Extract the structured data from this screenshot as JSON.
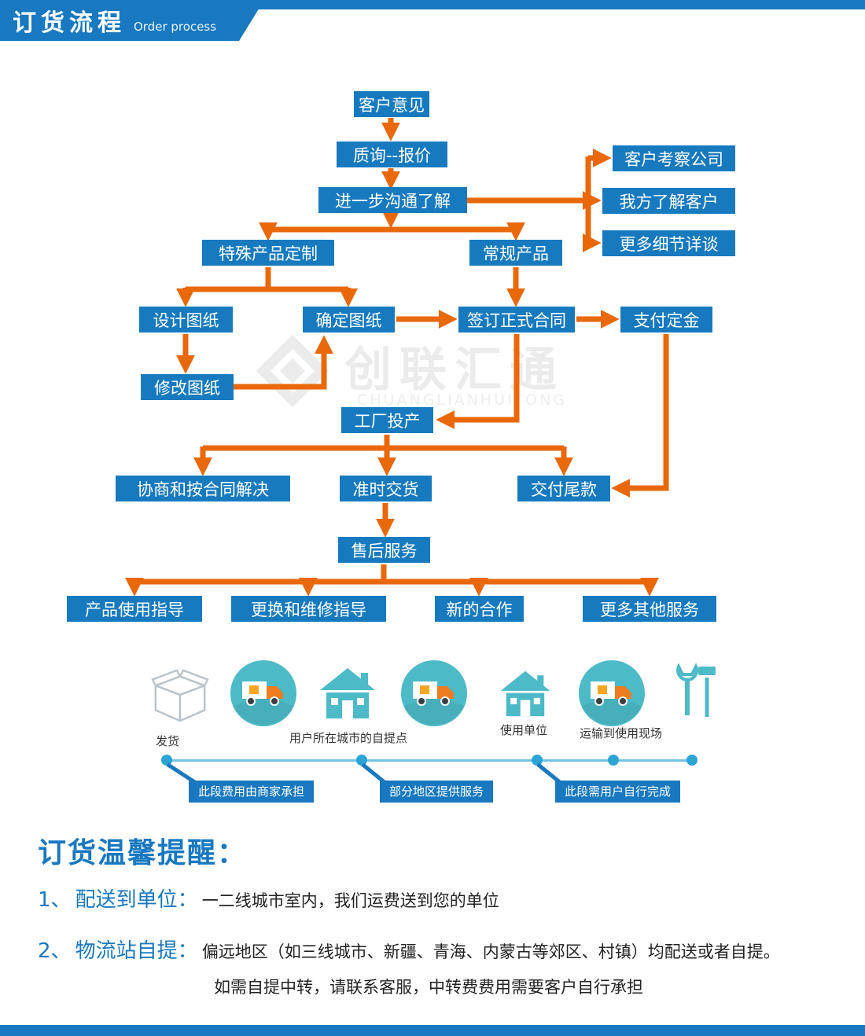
{
  "header": {
    "title": "订货流程",
    "subtitle": "Order process"
  },
  "watermark": {
    "name": "创联汇通",
    "sub": "CHUANGLIANHUITONG"
  },
  "colors": {
    "primary_blue": "#1878c0",
    "node_blue": "#177abf",
    "arrow_orange": "#e8680a",
    "teal": "#4cbac7",
    "truck_orange": "#ef7c1e",
    "timeline_blue": "#2aa5d6"
  },
  "flow": {
    "nodes": [
      "客户意见",
      "质询--报价",
      "进一步沟通了解",
      "客户考察公司",
      "我方了解客户",
      "更多细节详谈",
      "特殊产品定制",
      "常规产品",
      "设计图纸",
      "确定图纸",
      "签订正式合同",
      "支付定金",
      "修改图纸",
      "工厂投产",
      "协商和按合同解决",
      "准时交货",
      "交付尾款",
      "售后服务",
      "产品使用指导",
      "更换和维修指导",
      "新的合作",
      "更多其他服务"
    ]
  },
  "logistics": {
    "icons": {
      "ship": "package-box-icon",
      "delivery": "delivery-truck-icon",
      "pickup_house": "house-icon",
      "unit_house": "house-icon",
      "transport": "delivery-truck-icon",
      "service": "tools-icon"
    },
    "labels": {
      "ship": "发货",
      "pickup": "用户所在城市的自提点",
      "unit": "使用单位",
      "transport": "运输到使用现场"
    },
    "notes": [
      "此段费用由商家承担",
      "部分地区提供服务",
      "此段需用户自行完成"
    ]
  },
  "reminder": {
    "title": "订货温馨提醒：",
    "items": [
      {
        "no": "1、",
        "head": "配送到单位：",
        "text": "一二线城市室内，我们运费送到您的单位"
      },
      {
        "no": "2、",
        "head": "物流站自提：",
        "text": "偏远地区（如三线城市、新疆、青海、内蒙古等郊区、村镇）均配送或者自提。",
        "text2": "如需自提中转，请联系客服，中转费费用需要客户自行承担"
      }
    ]
  }
}
